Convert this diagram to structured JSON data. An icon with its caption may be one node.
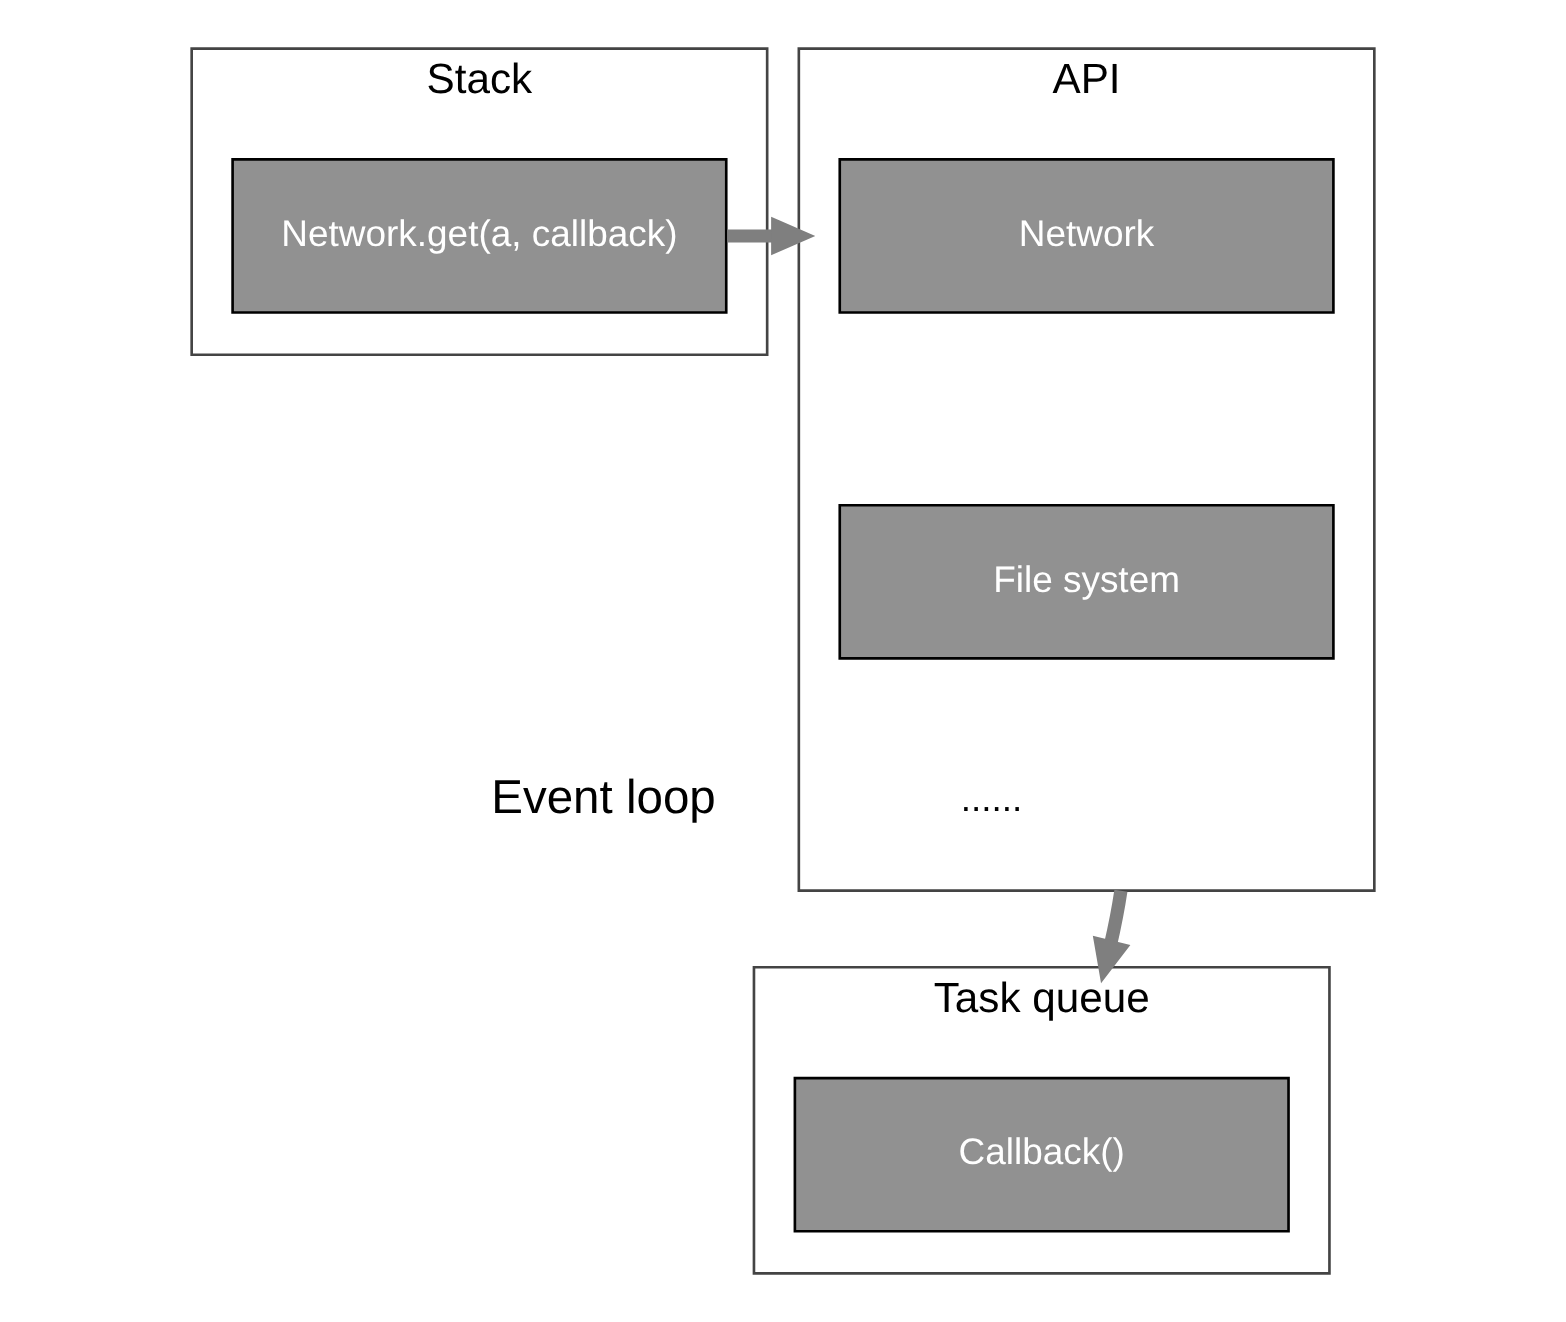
{
  "diagram": {
    "nodes": [
      {
        "text": [
          "Stack"
        ]
      },
      {
        "text": [
          "Network.get(a, callback)"
        ],
        "in": 0
      },
      {
        "text": [
          "API"
        ]
      },
      {
        "text": [
          "Network"
        ],
        "in": 2
      },
      {
        "text": [
          "File system"
        ],
        "in": 2
      },
      {
        "text": [
          "Task queue"
        ]
      },
      {
        "text": [
          "Callback()"
        ],
        "in": 5
      }
    ],
    "edges": [
      {
        "from": 1,
        "to": 2,
        "arrow": "to"
      },
      {
        "from": 2,
        "to": 5,
        "arrow": "to"
      }
    ],
    "labels": [
      "......",
      "Event loop"
    ]
  }
}
